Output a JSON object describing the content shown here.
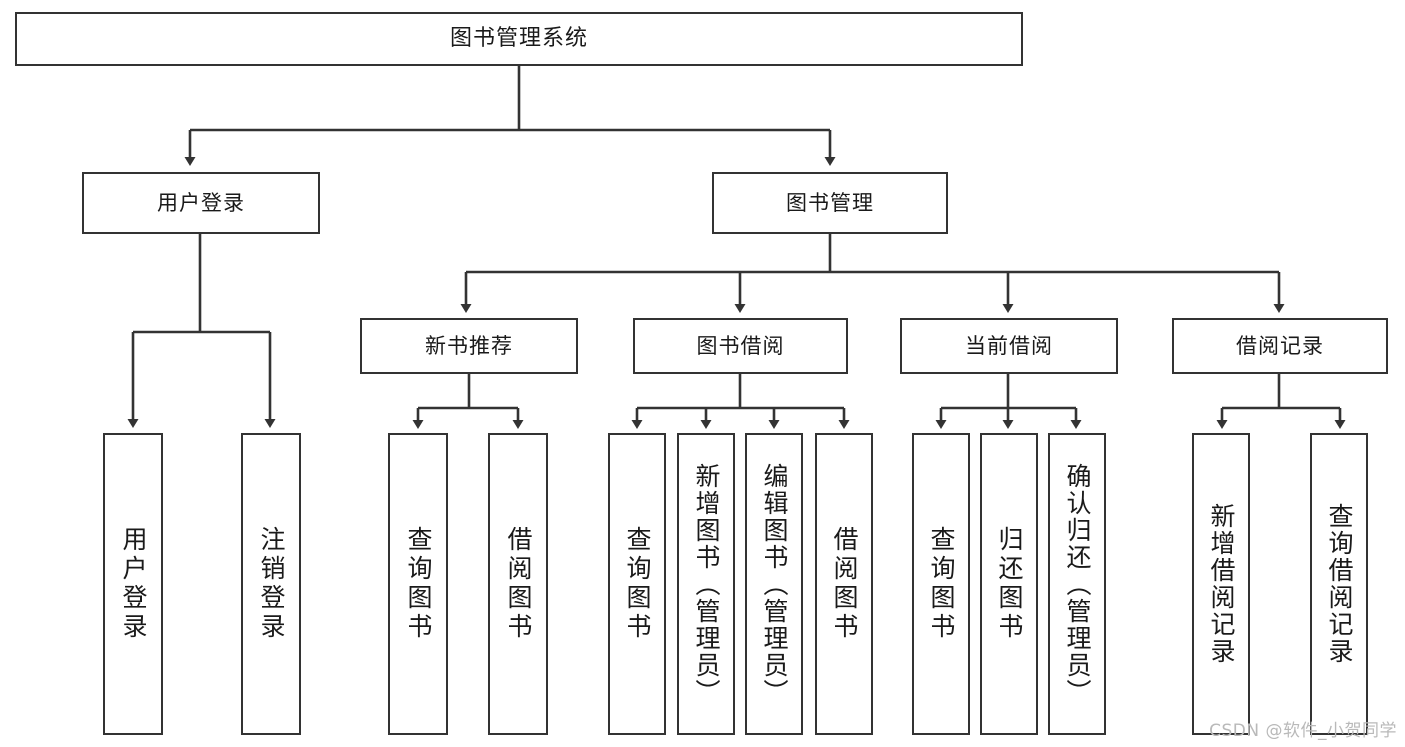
{
  "diagram": {
    "title": "图书管理系统",
    "type": "tree-hierarchy-chart",
    "watermark": "CSDN @软件_小贺同学",
    "colors": {
      "background": "#ffffff",
      "node_border": "#333333",
      "node_fill": "#ffffff",
      "text": "#1a1a1a",
      "edge": "#333333",
      "watermark": "#b9b9b9"
    },
    "nodes": {
      "root": {
        "label": "图书管理系统"
      },
      "level2": [
        {
          "id": "user-login",
          "label": "用户登录"
        },
        {
          "id": "book-management",
          "label": "图书管理"
        }
      ],
      "level3": [
        {
          "id": "new-book-recommend",
          "label": "新书推荐"
        },
        {
          "id": "book-borrow",
          "label": "图书借阅"
        },
        {
          "id": "current-borrow",
          "label": "当前借阅"
        },
        {
          "id": "borrow-record",
          "label": "借阅记录"
        }
      ],
      "leaves": {
        "user-login": [
          {
            "id": "leaf-user-login",
            "label": "用户登录"
          },
          {
            "id": "leaf-logout-login",
            "label": "注销登录"
          }
        ],
        "new-book-recommend": [
          {
            "id": "leaf-query-book-1",
            "label": "查询图书"
          },
          {
            "id": "leaf-borrow-book-1",
            "label": "借阅图书"
          }
        ],
        "book-borrow": [
          {
            "id": "leaf-query-book-2",
            "label": "查询图书"
          },
          {
            "id": "leaf-add-book",
            "label": "新增图书（管理员）"
          },
          {
            "id": "leaf-edit-book",
            "label": "编辑图书（管理员）"
          },
          {
            "id": "leaf-borrow-book-2",
            "label": "借阅图书"
          }
        ],
        "current-borrow": [
          {
            "id": "leaf-query-book-3",
            "label": "查询图书"
          },
          {
            "id": "leaf-return-book",
            "label": "归还图书"
          },
          {
            "id": "leaf-confirm-return",
            "label": "确认归还（管理员）"
          }
        ],
        "borrow-record": [
          {
            "id": "leaf-add-record",
            "label": "新增借阅记录"
          },
          {
            "id": "leaf-query-record",
            "label": "查询借阅记录"
          }
        ]
      }
    }
  }
}
